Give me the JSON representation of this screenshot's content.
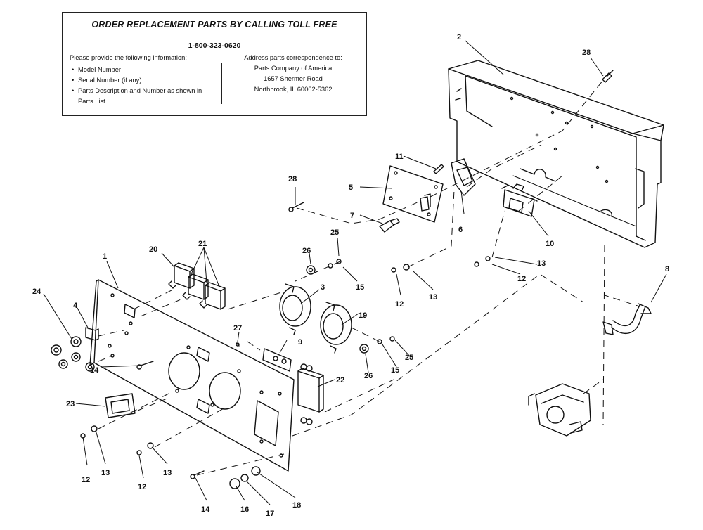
{
  "order_box": {
    "title": "ORDER REPLACEMENT PARTS BY CALLING TOLL FREE",
    "phone": "1-800-323-0620",
    "intro": "Please provide the following information:",
    "items": [
      "Model Number",
      "Serial Number (if any)",
      "Parts Description and Number as shown in Parts List"
    ],
    "address_heading": "Address parts correspondence to:",
    "address_lines": [
      "Parts Company of America",
      "1657 Shermer Road",
      "Northbrook, IL 60062-5362"
    ]
  },
  "part_labels": {
    "p2": "2",
    "p28a": "28",
    "p11": "11",
    "p28b": "28",
    "p5": "5",
    "p6": "6",
    "p7": "7",
    "p10": "10",
    "p25a": "25",
    "p26a": "26",
    "p15a": "15",
    "p12a": "12",
    "p13a": "13",
    "p13b": "13",
    "p12b": "12",
    "p8": "8",
    "p1": "1",
    "p20": "20",
    "p21": "21",
    "p3": "3",
    "p19": "19",
    "p24": "24",
    "p4": "4",
    "p27": "27",
    "p9": "9",
    "p26b": "26",
    "p15b": "15",
    "p25b": "25",
    "p14a": "14",
    "p22": "22",
    "p23": "23",
    "p12c": "12",
    "p13c": "13",
    "p12d": "12",
    "p13d": "13",
    "p14b": "14",
    "p16": "16",
    "p17": "17",
    "p18": "18"
  }
}
